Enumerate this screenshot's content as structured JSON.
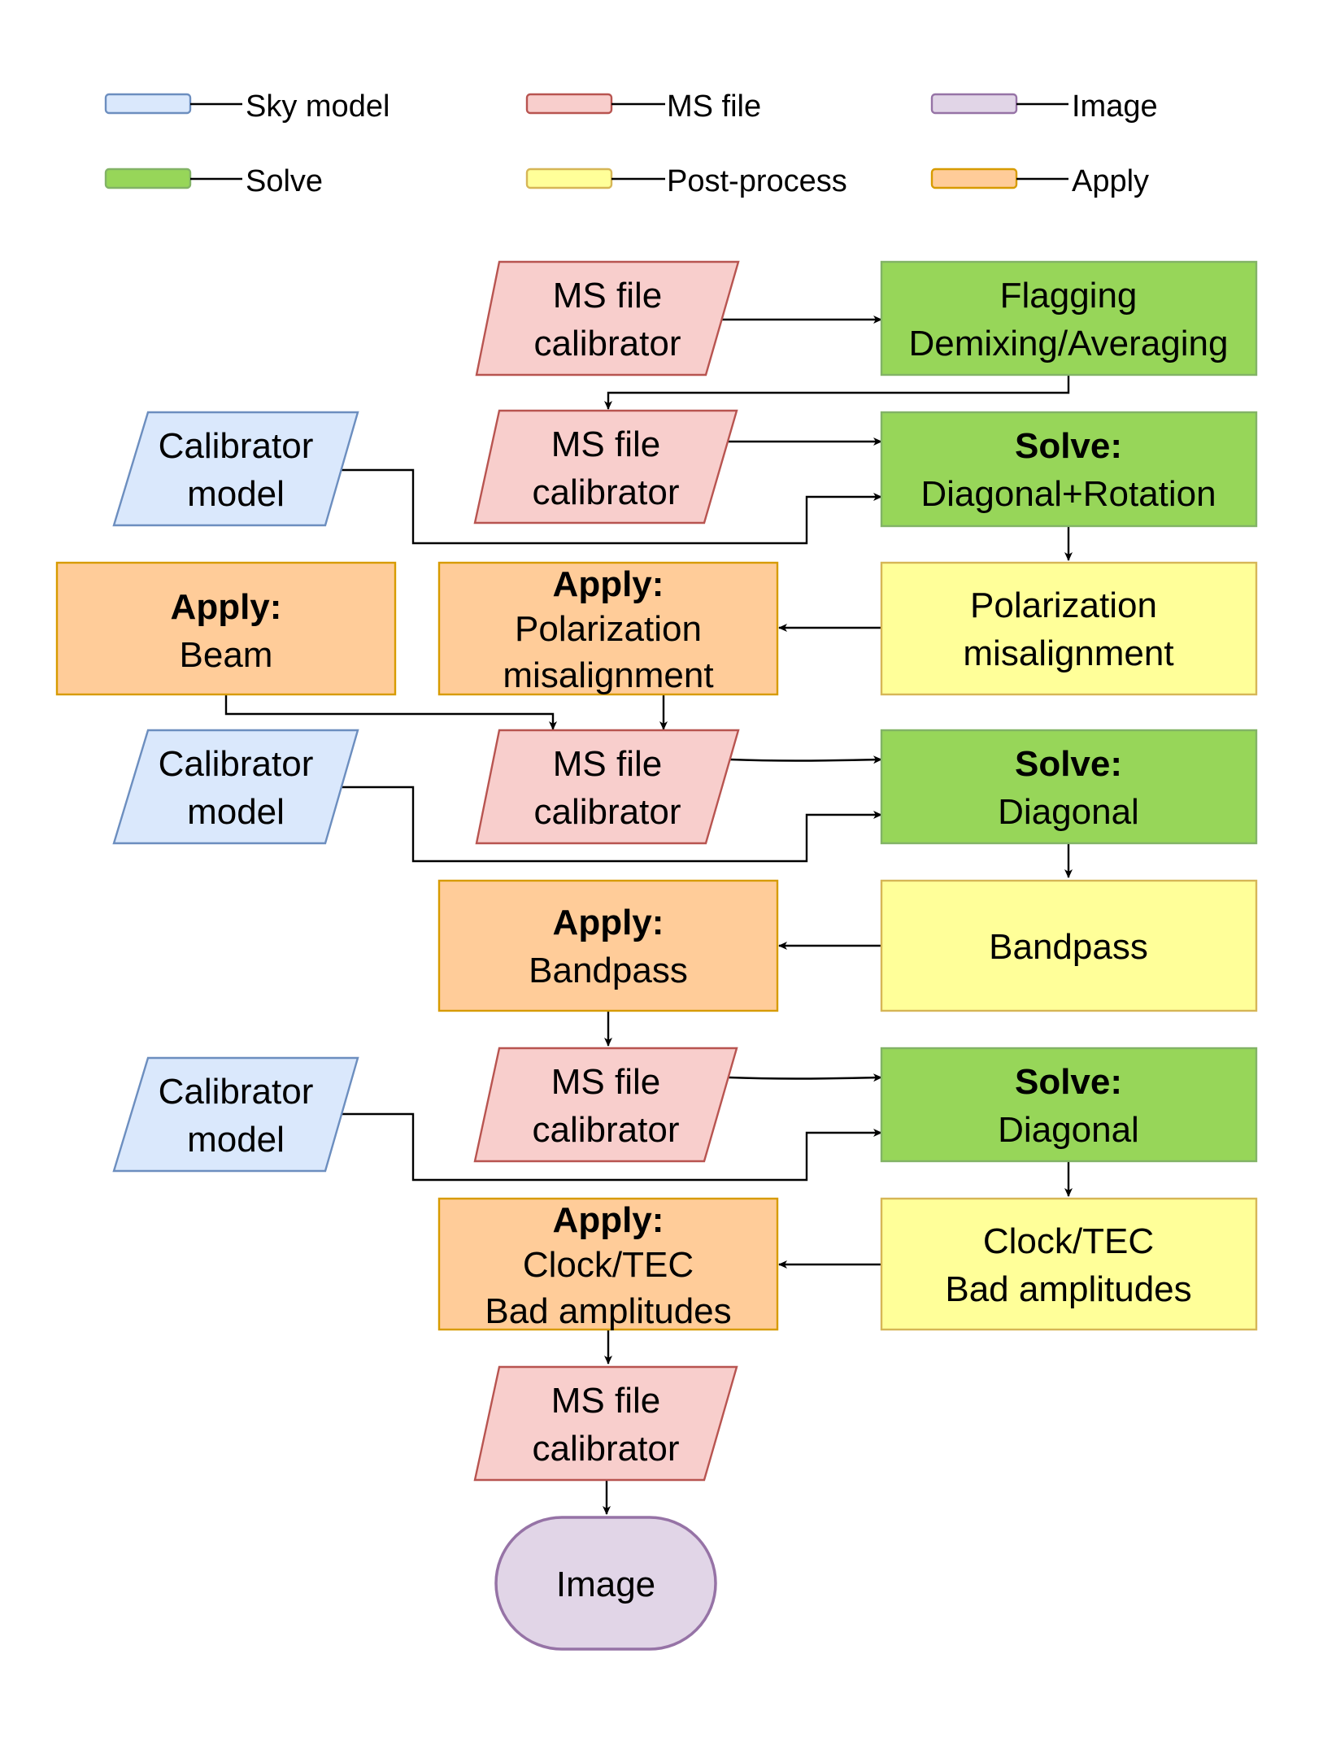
{
  "colors": {
    "sky_model": {
      "fill": "#dae8fc",
      "stroke": "#6c8ebf"
    },
    "ms_file": {
      "fill": "#f8cecc",
      "stroke": "#b85450"
    },
    "image": {
      "fill": "#e1d5e7",
      "stroke": "#9673a6"
    },
    "solve": {
      "fill": "#97d659",
      "stroke": "#82b366"
    },
    "post_process": {
      "fill": "#ffff99",
      "stroke": "#d6b656"
    },
    "apply": {
      "fill": "#ffcc99",
      "stroke": "#d79b00"
    }
  },
  "legend": {
    "sky_model": "Sky model",
    "ms_file": "MS file",
    "image": "Image",
    "solve": "Solve",
    "post_process": "Post-process",
    "apply": "Apply"
  },
  "nodes": {
    "ms_file_1": {
      "line1": "MS file",
      "line2": "calibrator"
    },
    "flagging": {
      "line1": "Flagging",
      "line2": "Demixing/Averaging"
    },
    "ms_file_2": {
      "line1": "MS file",
      "line2": "calibrator"
    },
    "calibrator_model_1": {
      "line1": "Calibrator",
      "line2": "model"
    },
    "solve_diag_rot": {
      "title": "Solve:",
      "line1": "Diagonal+Rotation"
    },
    "apply_beam": {
      "title": "Apply:",
      "line1": "Beam"
    },
    "apply_polarization": {
      "title": "Apply:",
      "line1": "Polarization",
      "line2": "misalignment"
    },
    "polarization": {
      "line1": "Polarization",
      "line2": "misalignment"
    },
    "calibrator_model_2": {
      "line1": "Calibrator",
      "line2": "model"
    },
    "ms_file_3": {
      "line1": "MS file",
      "line2": "calibrator"
    },
    "solve_diag_1": {
      "title": "Solve:",
      "line1": "Diagonal"
    },
    "apply_bandpass": {
      "title": "Apply:",
      "line1": "Bandpass"
    },
    "bandpass": {
      "line1": "Bandpass"
    },
    "calibrator_model_3": {
      "line1": "Calibrator",
      "line2": "model"
    },
    "ms_file_4": {
      "line1": "MS file",
      "line2": "calibrator"
    },
    "solve_diag_2": {
      "title": "Solve:",
      "line1": "Diagonal"
    },
    "apply_clock": {
      "title": "Apply:",
      "line1": "Clock/TEC",
      "line2": "Bad amplitudes"
    },
    "clock_tec": {
      "line1": "Clock/TEC",
      "line2": "Bad amplitudes"
    },
    "ms_file_5": {
      "line1": "MS file",
      "line2": "calibrator"
    },
    "image": {
      "line1": "Image"
    }
  }
}
